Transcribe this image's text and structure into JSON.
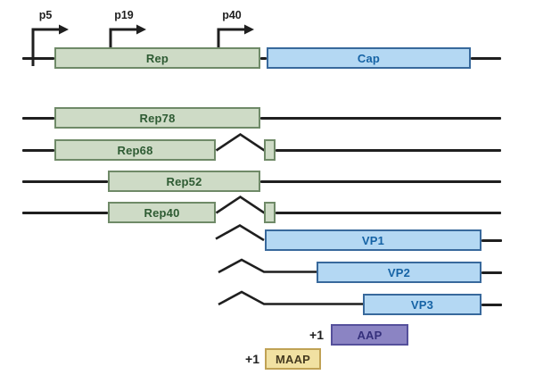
{
  "colors": {
    "line": "#1f1f1f",
    "rep_fill": "#cedbc6",
    "rep_border": "#6f8a68",
    "rep_text": "#2e5b33",
    "cap_fill": "#b4d8f3",
    "cap_border": "#38699c",
    "cap_text": "#1663a5",
    "aap_fill": "#8b84c3",
    "aap_border": "#55509b",
    "aap_text": "#35307c",
    "maap_fill": "#f1e1a2",
    "maap_border": "#c0a255",
    "maap_text": "#453a20"
  },
  "promoters": {
    "p5": "p5",
    "p19": "p19",
    "p40": "p40"
  },
  "genes": {
    "rep": "Rep",
    "cap": "Cap"
  },
  "rep_transcripts": {
    "rep78": "Rep78",
    "rep68": "Rep68",
    "rep52": "Rep52",
    "rep40": "Rep40"
  },
  "cap_transcripts": {
    "vp1": "VP1",
    "vp2": "VP2",
    "vp3": "VP3"
  },
  "alt_orfs": {
    "aap": {
      "frameshift": "+1",
      "label": "AAP"
    },
    "maap": {
      "frameshift": "+1",
      "label": "MAAP"
    }
  }
}
